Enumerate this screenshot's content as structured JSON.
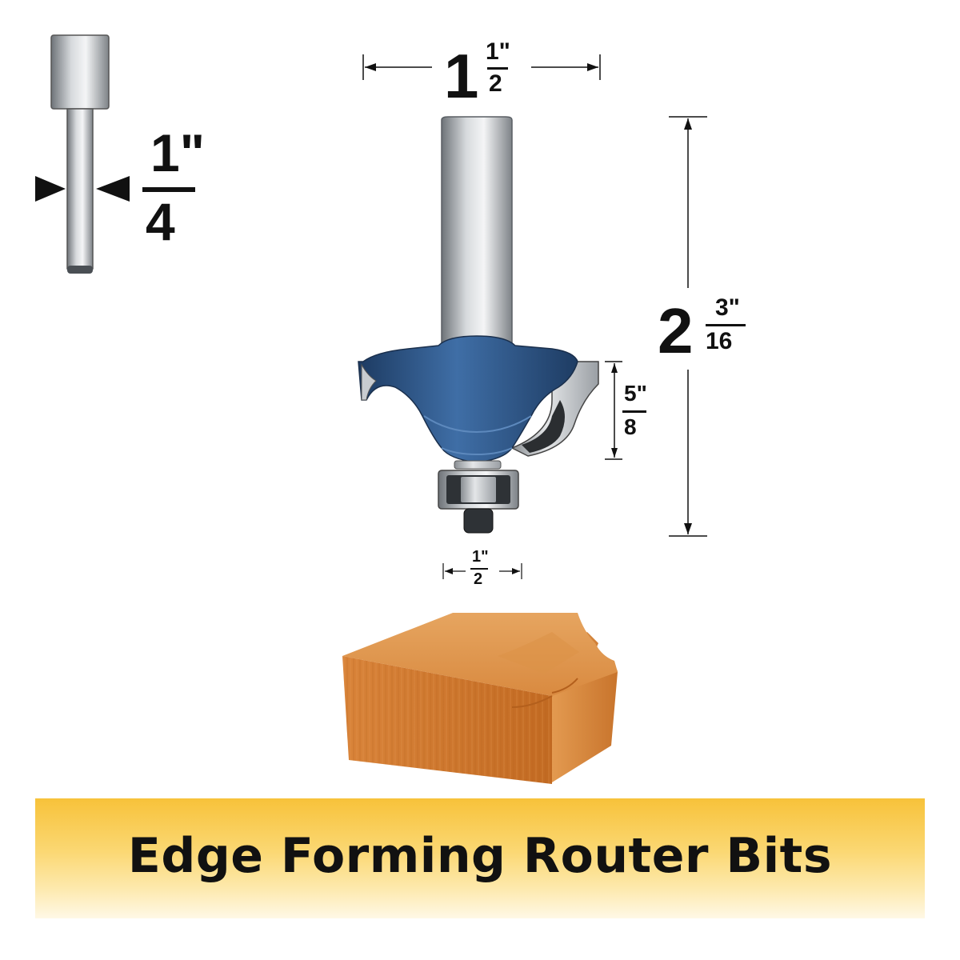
{
  "shank": {
    "fraction_num": "1\"",
    "fraction_den": "4"
  },
  "dimensions": {
    "overall_width": {
      "whole": "1",
      "num": "1\"",
      "den": "2"
    },
    "overall_height": {
      "whole": "2",
      "num": "3\"",
      "den": "16"
    },
    "cutting_height": {
      "num": "5\"",
      "den": "8"
    },
    "bearing_diameter": {
      "num": "1\"",
      "den": "2"
    }
  },
  "banner": {
    "title": "Edge Forming Router Bits"
  },
  "colors": {
    "cutter_blue": "#2f5a8c",
    "banner_yellow": "#f7c23a",
    "wood": "#d77c2c",
    "steel": "#b9bec4"
  },
  "icons": [
    "router-bit-icon",
    "shank-icon",
    "wood-block-icon"
  ]
}
